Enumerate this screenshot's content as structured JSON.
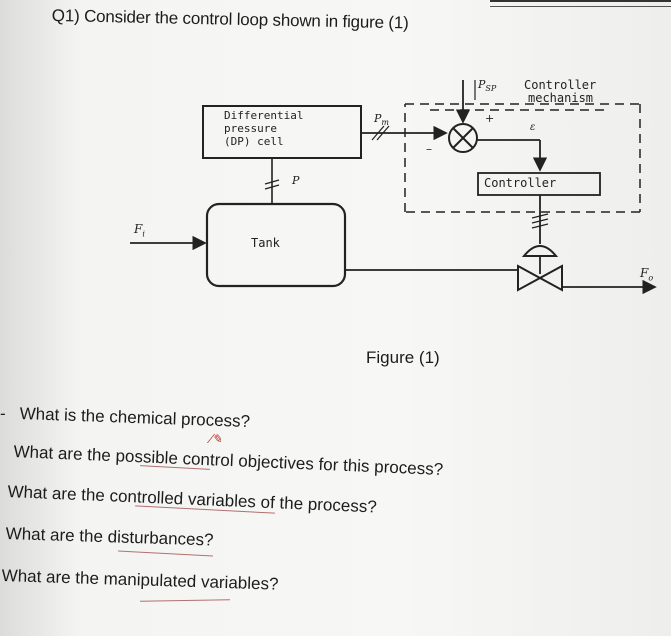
{
  "header": {
    "title": "Q1) Consider the control loop shown in figure (1)"
  },
  "figure": {
    "dp_cell": [
      "Differential",
      "pressure",
      "(DP) cell"
    ],
    "controller_mechanism": [
      "Controller",
      "mechanism"
    ],
    "controller_box": "Controller",
    "tank": "Tank",
    "signal_p": "P",
    "signal_pm": "P",
    "signal_pm_sub": "m",
    "signal_psp": "P",
    "signal_psp_sub": "SP",
    "plus_sign": "+",
    "minus_sign": "–",
    "error_label": "ε",
    "inflow": "F",
    "inflow_sub": "i",
    "outflow": "F",
    "outflow_sub": "o",
    "caption": "Figure (1)"
  },
  "questions": [
    "What is the chemical process?",
    "What are the possible control objectives for this process?",
    "What are the controlled variables of the process?",
    "What are the disturbances?",
    "What are the manipulated variables?"
  ],
  "bullet_mark": "-"
}
